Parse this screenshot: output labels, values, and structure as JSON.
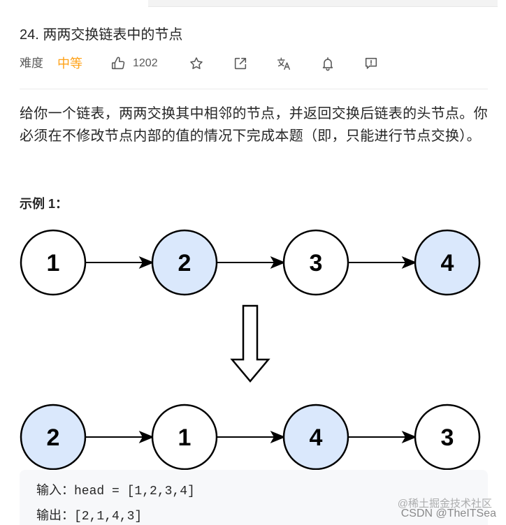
{
  "problem": {
    "title": "24. 两两交换链表中的节点",
    "difficulty_label": "难度",
    "difficulty": "中等",
    "description": "给你一个链表，两两交换其中相邻的节点，并返回交换后链表的头节点。你必须在不修改节点内部的值的情况下完成本题（即，只能进行节点交换）。",
    "example_heading": "示例 1："
  },
  "toolbar": {
    "like": {
      "icon": "thumbs-up-icon",
      "count": "1202"
    },
    "favorite": {
      "icon": "star-icon"
    },
    "share": {
      "icon": "share-icon"
    },
    "translate": {
      "icon": "translate-icon"
    },
    "subscribe": {
      "icon": "bell-icon"
    },
    "feedback": {
      "icon": "feedback-icon"
    }
  },
  "diagram": {
    "before": [
      {
        "value": "1",
        "highlighted": false
      },
      {
        "value": "2",
        "highlighted": true
      },
      {
        "value": "3",
        "highlighted": false
      },
      {
        "value": "4",
        "highlighted": true
      }
    ],
    "after": [
      {
        "value": "2",
        "highlighted": true
      },
      {
        "value": "1",
        "highlighted": false
      },
      {
        "value": "4",
        "highlighted": true
      },
      {
        "value": "3",
        "highlighted": false
      }
    ],
    "transform_icon": "down-arrow-icon"
  },
  "example": {
    "input": "输入：head = [1,2,3,4]",
    "output": "输出：[2,1,4,3]"
  },
  "watermark": {
    "line1": "@稀土掘金技术社区",
    "line2": "CSDN @TheITSea"
  },
  "colors": {
    "difficulty_medium": "#ffa116",
    "node_highlight": "#dae8fc",
    "node_default": "#ffffff",
    "text": "#262626",
    "muted": "#595959",
    "code_bg": "#f7f8fa"
  }
}
